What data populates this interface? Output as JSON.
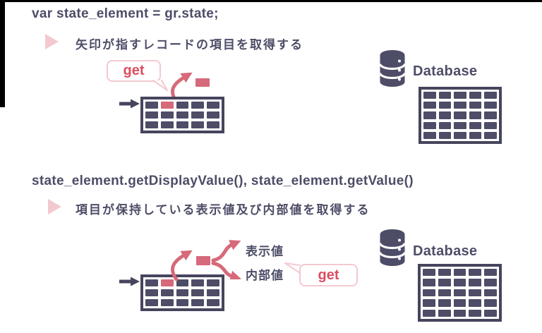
{
  "palette": {
    "navy": "#4d4d68",
    "navy_dark": "#45455e",
    "pink": "#d6697a",
    "pink_soft": "#f3c9d0",
    "red": "#dc4d61",
    "bg": "#ffffff",
    "frame": "#000000"
  },
  "section1": {
    "code": "var state_element = gr.state;",
    "bullet": "矢印が指すレコードの項目を取得する",
    "bubble_label": "get",
    "database_label": "Database",
    "record_table": {
      "cols": 5,
      "rows": 3,
      "highlight_row": 0,
      "highlight_col": 1
    },
    "db_table": {
      "cols": 5,
      "rows": 5
    }
  },
  "section2": {
    "code": "state_element.getDisplayValue(), state_element.getValue()",
    "bullet": "項目が保持している表示値及び内部値を取得する",
    "bubble_label": "get",
    "display_value_label": "表示値",
    "internal_value_label": "内部値",
    "database_label": "Database",
    "record_table": {
      "cols": 5,
      "rows": 3,
      "highlight_row": 0,
      "highlight_col": 1
    },
    "db_table": {
      "cols": 5,
      "rows": 5
    }
  }
}
